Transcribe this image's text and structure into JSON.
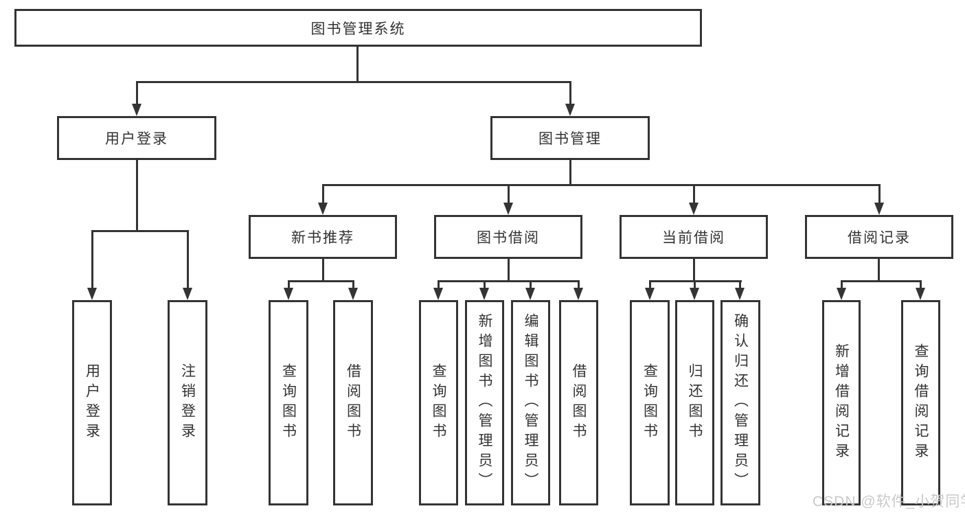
{
  "tree": {
    "root": {
      "label": "图书管理系统",
      "children": [
        {
          "label": "用户登录",
          "children": [
            {
              "label": "用户登录"
            },
            {
              "label": "注销登录"
            }
          ]
        },
        {
          "label": "图书管理",
          "children": [
            {
              "label": "新书推荐",
              "children": [
                {
                  "label": "查询图书"
                },
                {
                  "label": "借阅图书"
                }
              ]
            },
            {
              "label": "图书借阅",
              "children": [
                {
                  "label": "查询图书"
                },
                {
                  "label": "新增图书（管理员）"
                },
                {
                  "label": "编辑图书（管理员）"
                },
                {
                  "label": "借阅图书"
                }
              ]
            },
            {
              "label": "当前借阅",
              "children": [
                {
                  "label": "查询图书"
                },
                {
                  "label": "归还图书"
                },
                {
                  "label": "确认归还（管理员）"
                }
              ]
            },
            {
              "label": "借阅记录",
              "children": [
                {
                  "label": "新增借阅记录"
                },
                {
                  "label": "查询借阅记录"
                }
              ]
            }
          ]
        }
      ]
    }
  },
  "watermark": {
    "text": "CSDN @软件_小贺同学"
  },
  "colors": {
    "line": "#343434",
    "box_border": "#343434",
    "text": "#333333",
    "background": "#ffffff",
    "watermark": "#c9c9c9"
  }
}
